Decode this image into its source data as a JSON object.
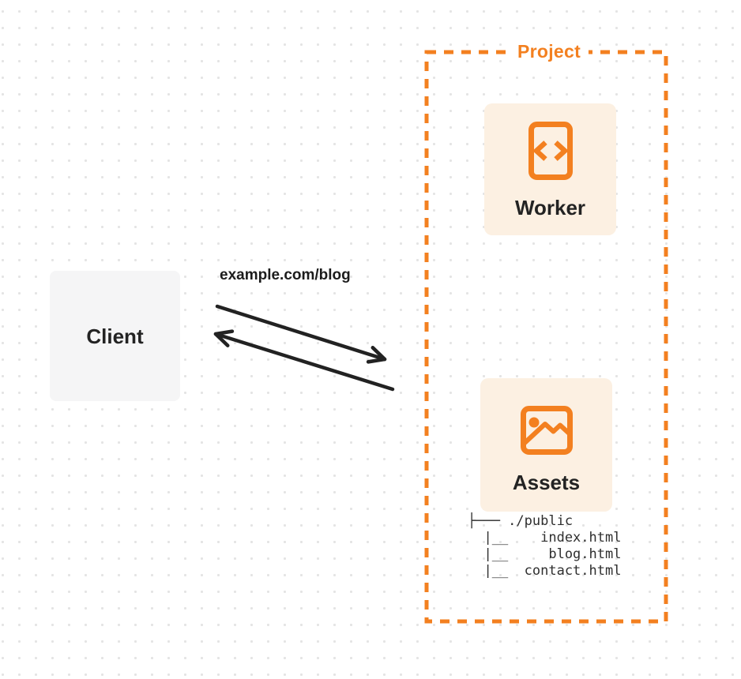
{
  "colors": {
    "accent": "#F38020",
    "card_bg": "#FCF0E2",
    "client_bg": "#F5F5F6",
    "ink": "#222222",
    "dot": "#E4E4E4"
  },
  "client": {
    "label": "Client"
  },
  "request": {
    "label": "example.com/blog"
  },
  "project": {
    "label": "Project",
    "worker": {
      "label": "Worker",
      "icon": "code-document-icon"
    },
    "assets": {
      "label": "Assets",
      "icon": "image-icon",
      "file_tree": [
        "├─── ./public",
        "  |__    index.html",
        "  |__     blog.html",
        "  |__  contact.html"
      ]
    }
  }
}
